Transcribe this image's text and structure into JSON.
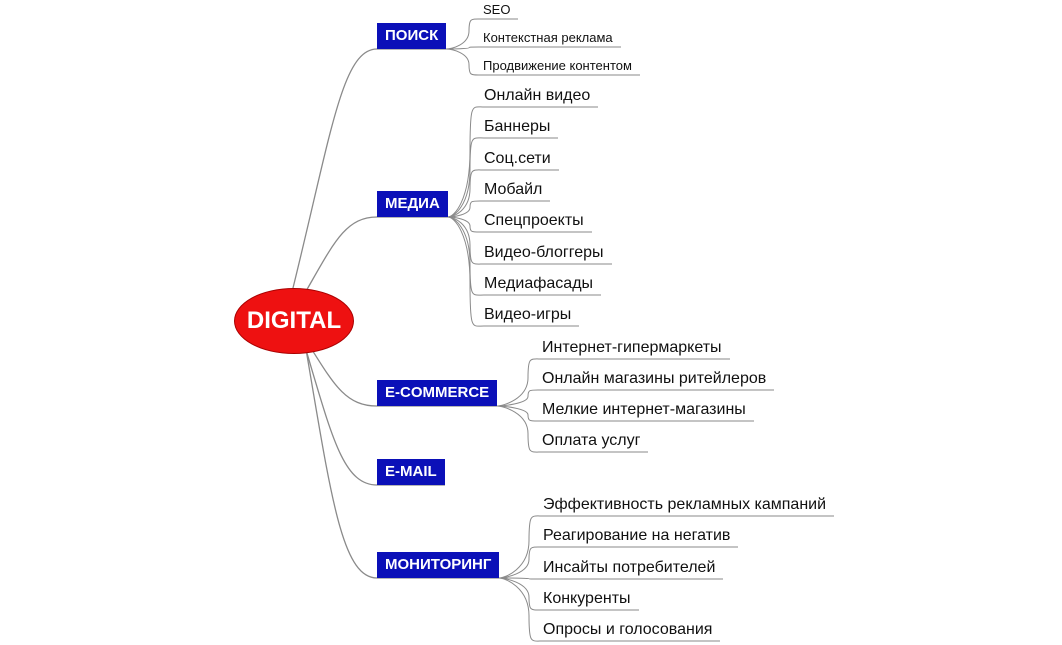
{
  "center": {
    "label": "DIGITAL",
    "color": "#ee1111"
  },
  "category_color": "#0b10b8",
  "line_color": "#8a8a8a",
  "categories": [
    {
      "label": "ПОИСК",
      "items": [
        "SEO",
        "Контекстная реклама",
        "Продвижение контентом"
      ]
    },
    {
      "label": "МЕДИА",
      "items": [
        "Онлайн видео",
        "Баннеры",
        "Соц.сети",
        "Мобайл",
        "Спецпроекты",
        "Видео-блоггеры",
        "Медиафасады",
        "Видео-игры"
      ]
    },
    {
      "label": "E-COMMERCE",
      "items": [
        "Интернет-гипермаркеты",
        "Онлайн магазины ритейлеров",
        "Мелкие интернет-магазины",
        "Оплата услуг"
      ]
    },
    {
      "label": "E-MAIL",
      "items": []
    },
    {
      "label": "МОНИТОРИНГ",
      "items": [
        "Эффективность рекламных кампаний",
        "Реагирование на негатив",
        "Инсайты потребителей",
        "Конкуренты",
        "Опросы и голосования"
      ]
    }
  ]
}
